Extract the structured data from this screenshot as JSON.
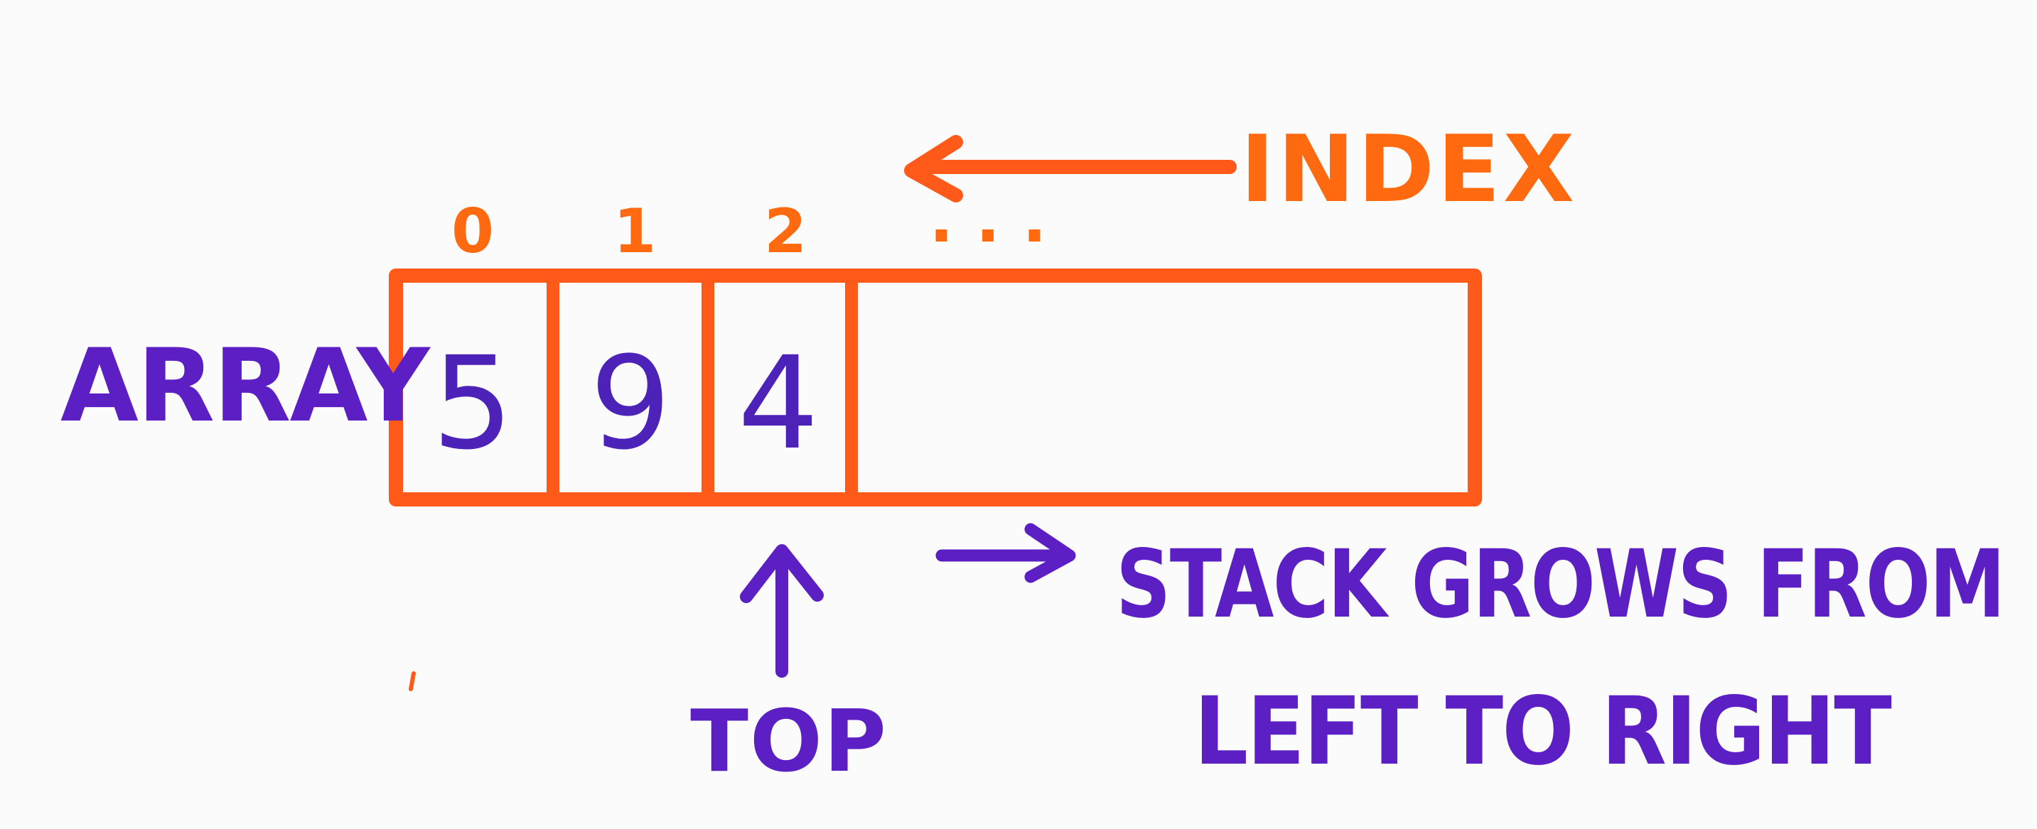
{
  "diagram": {
    "index_label": "INDEX",
    "index_numbers": [
      "0",
      "1",
      "2"
    ],
    "index_ellipsis": ". . .",
    "array_label": "ARRAY",
    "cells": [
      "5",
      "9",
      "4"
    ],
    "top_label": "TOP",
    "growth_note_line1": "STACK GROWS FROM",
    "growth_note_line2": "LEFT TO RIGHT",
    "colors": {
      "orange": "#ff5a1a",
      "purple": "#5b1fc4",
      "background": "#fbfbfb"
    }
  }
}
